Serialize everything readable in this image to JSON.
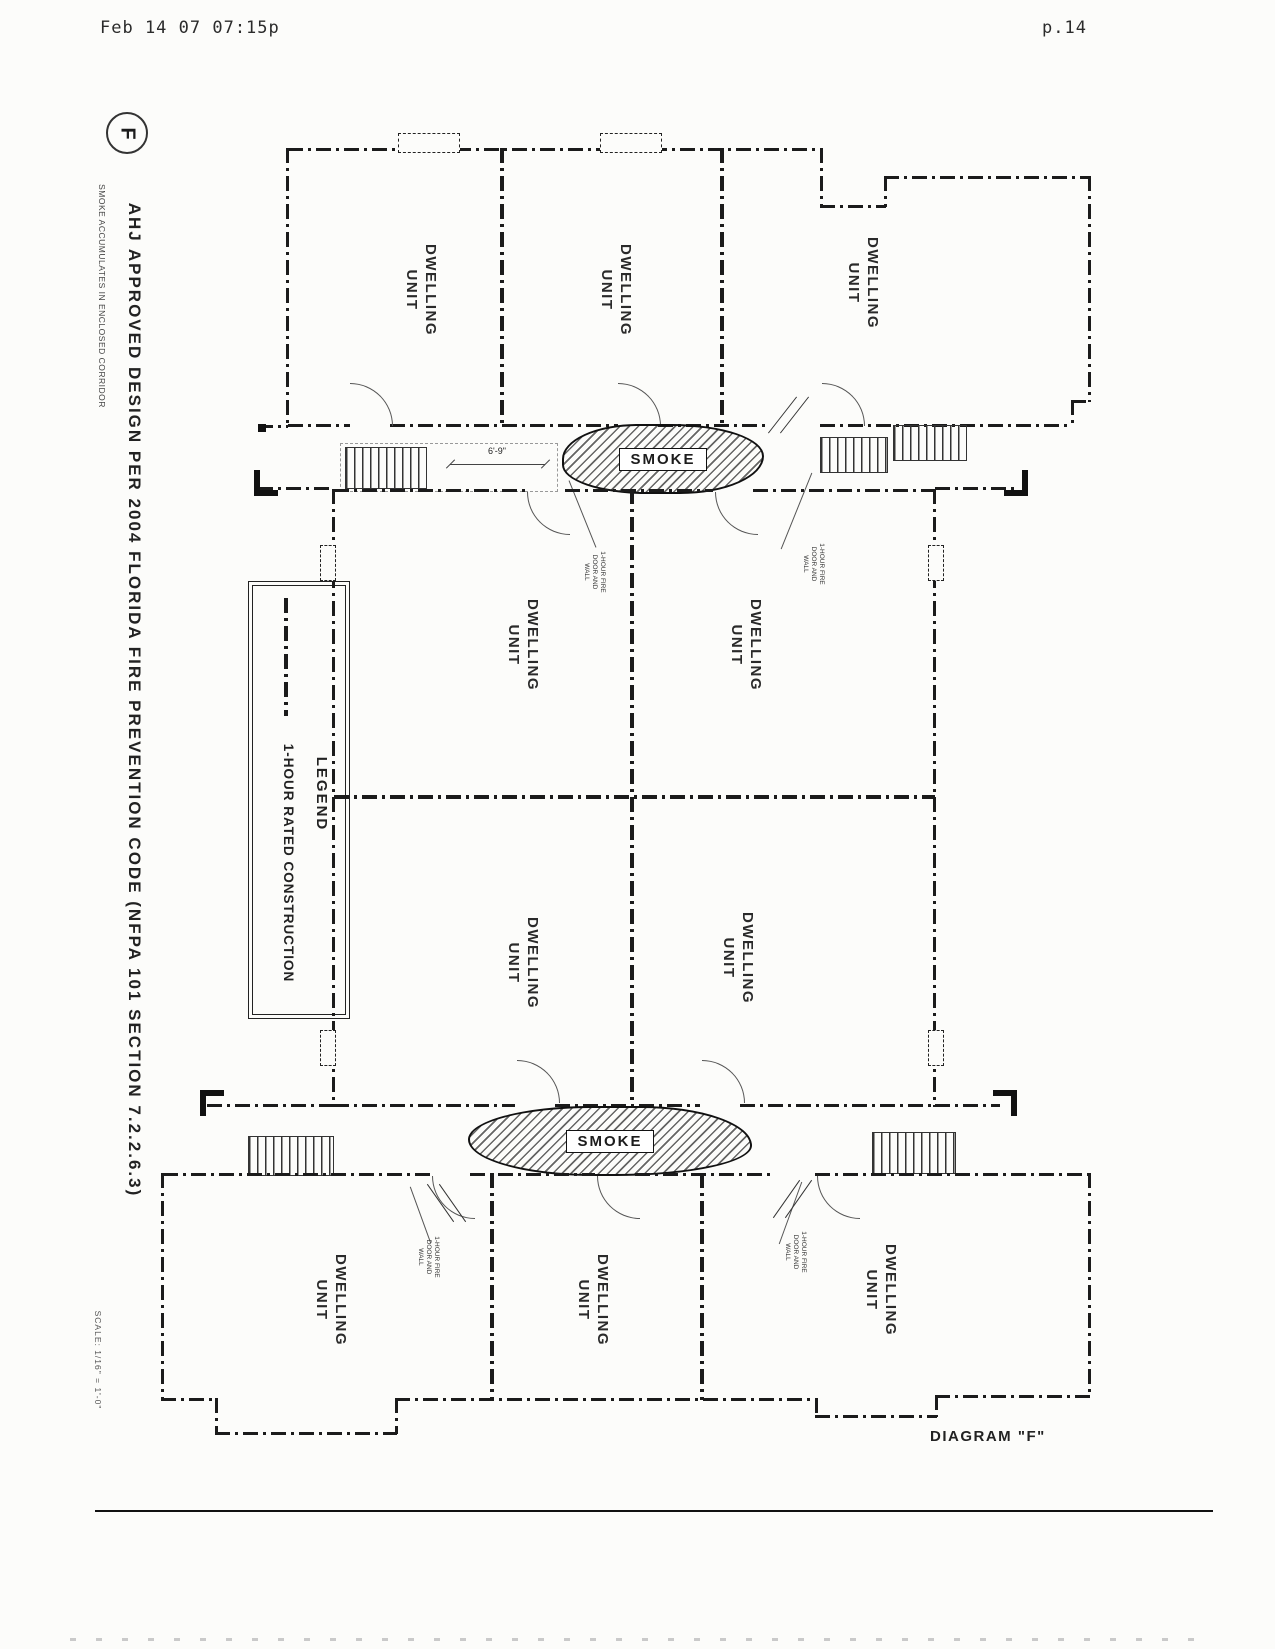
{
  "fax_header": {
    "sent": "Feb 14 07 07:15p",
    "page": "p.14"
  },
  "title_block": {
    "marker": "F",
    "title": "AHJ APPROVED DESIGN PER 2004 FLORIDA FIRE PREVENTION CODE (NFPA 101 SECTION 7.2.2.6.3)",
    "note": "SMOKE ACCUMULATES IN ENCLOSED CORRIDOR",
    "scale": "SCALE: 1/16\" = 1'-0\""
  },
  "legend": {
    "heading": "LEGEND",
    "symbol": "dash-dot-line",
    "label": "1-HOUR RATED CONSTRUCTION"
  },
  "plan": {
    "units": [
      {
        "label": "DWELLING UNIT"
      },
      {
        "label": "DWELLING UNIT"
      },
      {
        "label": "DWELLING UNIT"
      },
      {
        "label": "DWELLING UNIT"
      },
      {
        "label": "DWELLING UNIT"
      },
      {
        "label": "DWELLING UNIT"
      },
      {
        "label": "DWELLING UNIT"
      },
      {
        "label": "DWELLING UNIT"
      },
      {
        "label": "DWELLING UNIT"
      },
      {
        "label": "DWELLING UNIT"
      }
    ],
    "smoke": {
      "top": "SMOKE",
      "bottom": "SMOKE"
    },
    "door_notes": [
      "1-HOUR FIRE DOOR AND WALL",
      "1-HOUR FIRE DOOR AND WALL",
      "1-HOUR FIRE DOOR AND WALL",
      "1-HOUR FIRE DOOR AND WALL"
    ],
    "dimension": "6'-9\"",
    "diagram_caption": "DIAGRAM \"F\""
  }
}
